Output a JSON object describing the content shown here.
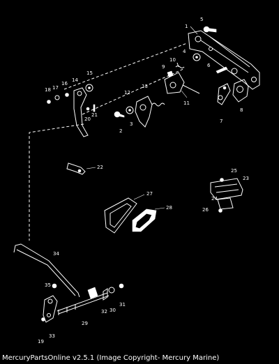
{
  "callouts": {
    "c1": "1",
    "c2": "2",
    "c3": "3",
    "c4": "4",
    "c5": "5",
    "c6": "6",
    "c7": "7",
    "c8": "8",
    "c9": "9",
    "c10": "10",
    "c11": "11",
    "c12": "12",
    "c13": "13",
    "c14": "14",
    "c15": "15",
    "c16": "16",
    "c17": "17",
    "c18": "18",
    "c19": "19",
    "c20": "20",
    "c21": "21",
    "c22": "22",
    "c23": "23",
    "c24": "24",
    "c25": "25",
    "c26": "26",
    "c27": "27",
    "c28": "28",
    "c29": "29",
    "c30": "30",
    "c31": "31",
    "c32": "32",
    "c33": "33",
    "c34": "34",
    "c35": "35"
  },
  "footer": {
    "text": "MercuryPartsOnline v2.5.1 (Image Copyright- Mercury Marine)"
  }
}
